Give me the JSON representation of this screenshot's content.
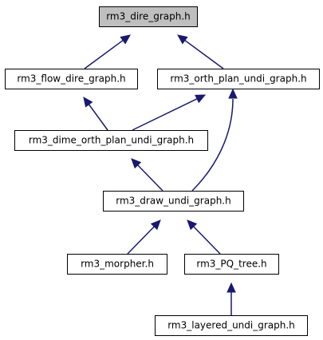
{
  "diagram": {
    "colors": {
      "node_fill": "#ffffff",
      "root_fill": "#bfbfbf",
      "edge": "#191970",
      "border": "#000000"
    },
    "nodes": [
      {
        "id": "rm3_dire_graph",
        "label": "rm3_dire_graph.h",
        "highlighted": true
      },
      {
        "id": "rm3_flow_dire_graph",
        "label": "rm3_flow_dire_graph.h"
      },
      {
        "id": "rm3_orth_plan_undi_graph",
        "label": "rm3_orth_plan_undi_graph.h"
      },
      {
        "id": "rm3_dime_orth_plan_undi_graph",
        "label": "rm3_dime_orth_plan_undi_graph.h"
      },
      {
        "id": "rm3_draw_undi_graph",
        "label": "rm3_draw_undi_graph.h"
      },
      {
        "id": "rm3_morpher",
        "label": "rm3_morpher.h"
      },
      {
        "id": "rm3_PQ_tree",
        "label": "rm3_PQ_tree.h"
      },
      {
        "id": "rm3_layered_undi_graph",
        "label": "rm3_layered_undi_graph.h"
      }
    ],
    "edges": [
      {
        "from": "rm3_flow_dire_graph",
        "to": "rm3_dire_graph"
      },
      {
        "from": "rm3_orth_plan_undi_graph",
        "to": "rm3_dire_graph"
      },
      {
        "from": "rm3_dime_orth_plan_undi_graph",
        "to": "rm3_flow_dire_graph"
      },
      {
        "from": "rm3_dime_orth_plan_undi_graph",
        "to": "rm3_orth_plan_undi_graph"
      },
      {
        "from": "rm3_draw_undi_graph",
        "to": "rm3_dime_orth_plan_undi_graph"
      },
      {
        "from": "rm3_draw_undi_graph",
        "to": "rm3_orth_plan_undi_graph"
      },
      {
        "from": "rm3_morpher",
        "to": "rm3_draw_undi_graph"
      },
      {
        "from": "rm3_PQ_tree",
        "to": "rm3_draw_undi_graph"
      },
      {
        "from": "rm3_layered_undi_graph",
        "to": "rm3_PQ_tree"
      }
    ]
  }
}
